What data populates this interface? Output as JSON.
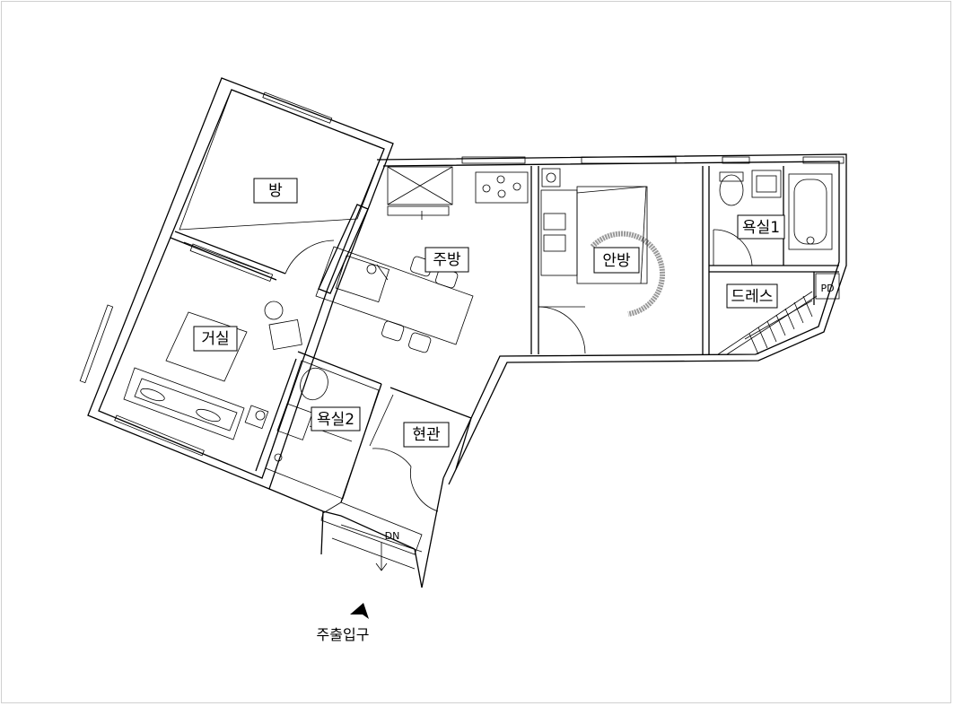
{
  "rooms": {
    "room": "방",
    "kitchen": "주방",
    "master_bedroom": "안방",
    "bathroom1": "욕실1",
    "dress_room": "드레스",
    "pd": "PD",
    "living_room": "거실",
    "bathroom2": "욕실2",
    "entrance": "현관"
  },
  "stairs_label": "DN",
  "main_entrance": "주출입구"
}
